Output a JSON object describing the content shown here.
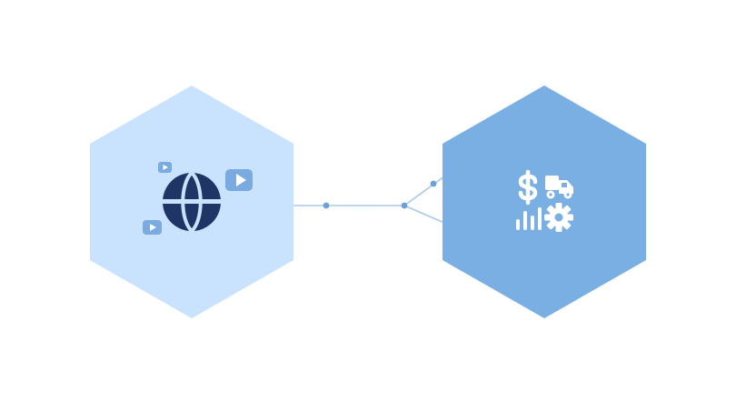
{
  "diagram": {
    "nodes": [
      {
        "id": "source",
        "fill": "#c9e2fd",
        "icon": "globe-with-video-play-icons",
        "icon_color": "#1e3566",
        "accent_color": "#79abe1"
      },
      {
        "id": "target",
        "fill": "#7aafe3",
        "icon": "dollar-truck-chart-gear-icon",
        "icon_color": "#ffffff"
      }
    ],
    "connector": {
      "from": "source",
      "to": "target",
      "color": "#a9c9ec",
      "dot_color": "#6f9fd6"
    }
  }
}
